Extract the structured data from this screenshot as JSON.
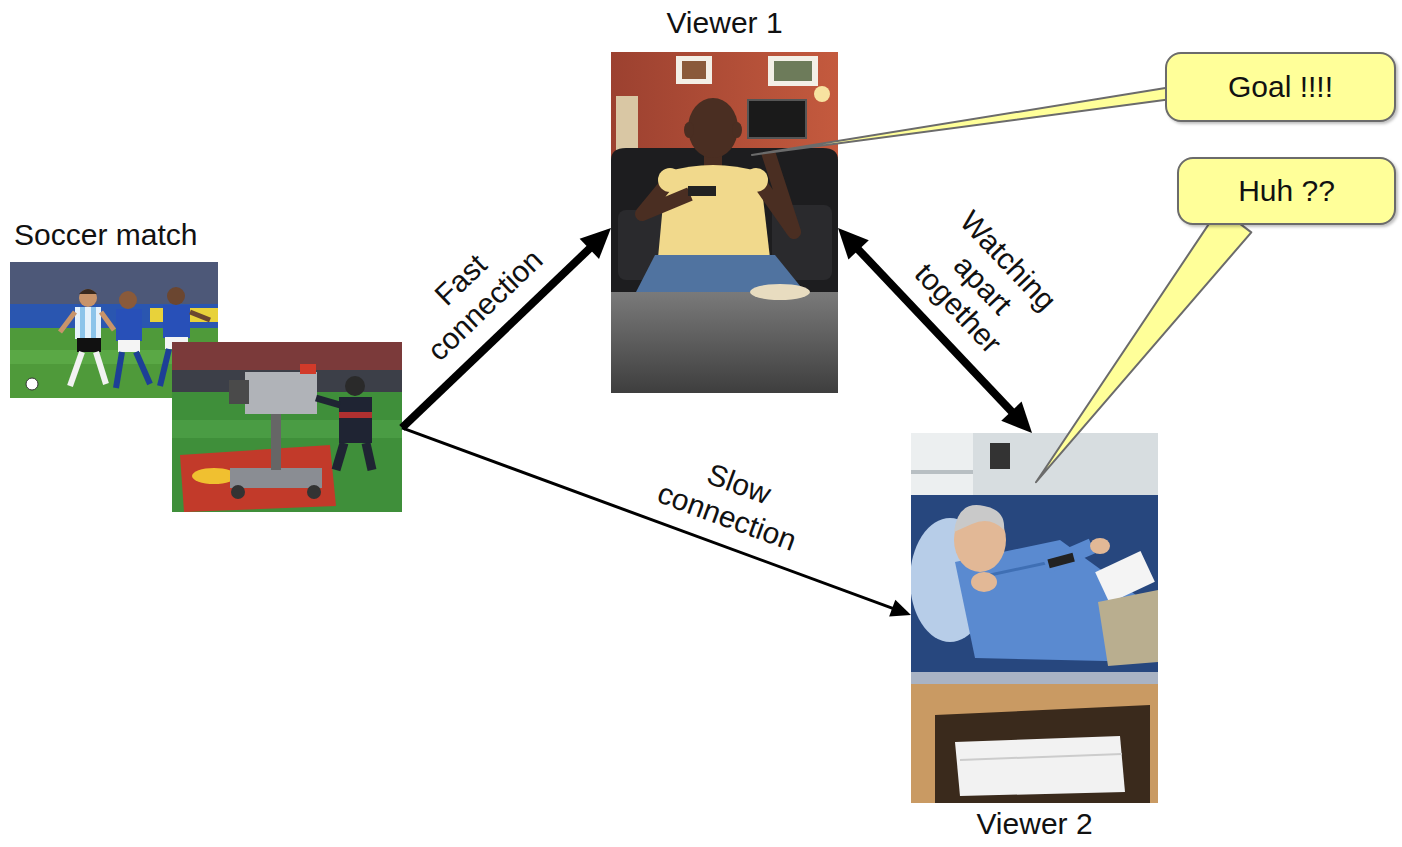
{
  "diagram": {
    "nodes": [
      {
        "text": [
          "Soccer match"
        ]
      },
      {
        "text": [
          "Viewer 1"
        ]
      },
      {
        "text": [
          "Viewer 2"
        ]
      },
      {
        "text": [
          "Goal !!!!"
        ]
      },
      {
        "text": [
          "Huh ??"
        ]
      }
    ],
    "edges": [
      {
        "from": 0,
        "to": 1,
        "arrow": "to",
        "label": "Fast connection"
      },
      {
        "from": 0,
        "to": 2,
        "arrow": "to",
        "label": "Slow connection"
      },
      {
        "from": 1,
        "to": 2,
        "arrow": "both",
        "label": "Watching apart together"
      },
      {
        "from": 3,
        "to": 1,
        "arrow": "none"
      },
      {
        "from": 4,
        "to": 2,
        "arrow": "none"
      }
    ]
  }
}
